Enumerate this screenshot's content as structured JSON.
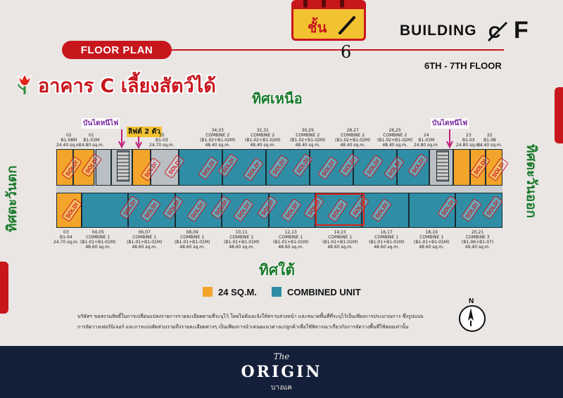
{
  "header": {
    "calendar_text": "ชั้น",
    "hand_number": "6",
    "floor_plan_label": "FLOOR PLAN",
    "building_label": "BUILDING",
    "building_letter": "F",
    "floor_range": "6TH - 7TH FLOOR",
    "pet_title": "อาคาร C เลี้ยงสัตว์ได้"
  },
  "directions": {
    "north": "ทิศเหนือ",
    "south": "ทิศใต้",
    "west": "ทิศตะวันตก",
    "east": "ทิศตะวันออก"
  },
  "tags": {
    "fire_exit_left": "บันไดหนีไฟ",
    "fire_exit_right": "บันไดหนีไฟ",
    "elevator": "ลิฟต์ 2 ตัว"
  },
  "units_top": [
    {
      "label": "02\nB1-08M\n24.40 sq.m."
    },
    {
      "label": "01\nB1-03M\n24.80 sq.m."
    },
    {
      "label": "35\nB1-03\n24.70 sq.m."
    },
    {
      "label": "34,33\nCOMBINE 2\n(B1-02+B1-02M)\n48.40 sq.m."
    },
    {
      "label": "32,31\nCOMBINE 2\n(B1-02+B1-02M)\n48.40 sq.m."
    },
    {
      "label": "30,29\nCOMBINE 2\n(B1-02+B1-02M)\n48.40 sq.m."
    },
    {
      "label": "28,27\nCOMBINE 2\n(B1-02+B1-02M)\n48.40 sq.m."
    },
    {
      "label": "26,25\nCOMBINE 2\n(B1-02+B1-02M)\n48.40 sq.m."
    },
    {
      "label": "24\nB1-03M\n24.80 sq.m."
    },
    {
      "label": "23\nB1-03\n24.80 sq.m."
    },
    {
      "label": "22\nB1-08\n24.40 sq.m."
    }
  ],
  "units_bottom": [
    {
      "label": "03\nB1-04\n24.70 sq.m."
    },
    {
      "label": "04,05\nCOMBINE 1\n(B1-01+B1-01M)\n48.60 sq.m."
    },
    {
      "label": "06,07\nCOMBINE 1\n(B1-01+B1-01M)\n48.60 sq.m."
    },
    {
      "label": "08,09\nCOMBINE 1\n(B1-01+B1-01M)\n48.60 sq.m."
    },
    {
      "label": "10,11\nCOMBINE 1\n(B1-01+B1-01M)\n48.60 sq.m."
    },
    {
      "label": "12,13\nCOMBINE 1\n(B1-01+B1-01M)\n48.60 sq.m."
    },
    {
      "label": "14,15\nCOMBINE 1\n(B1-01+B1-01M)\n48.60 sq.m."
    },
    {
      "label": "16,17\nCOMBINE 1\n(B1-01+B1-01M)\n48.60 sq.m."
    },
    {
      "label": "18,19\nCOMBINE 1\n(B1-01+B1-01M)\n48.60 sq.m."
    },
    {
      "label": "20,21\nCOMBINE 3\n(B1-06+B1-07)\n49.40 sq.m."
    }
  ],
  "sold_label": "SOLD!",
  "legend": {
    "yellow_label": "24 SQ.M.",
    "blue_label": "COMBINED UNIT",
    "yellow_color": "#f2a52a",
    "blue_color": "#2f8ea6"
  },
  "disclaimer_line1": "บริษัทฯ ขอสงวนสิทธิ์ในการเปลี่ยนแปลงรายการรายละเอียดตามที่ระบุไว้ โดยไม่ต้องแจ้งให้ทราบล่วงหน้า และขนาดพื้นที่ที่ระบุไว้เป็นเพียงการประมาณการ ซึ่งรูปแบบ",
  "disclaimer_line2": "การจัดวางเฟอร์นิเจอร์ และการแบ่งสัดส่วนรวมถึงรายละเอียดต่างๆ เป็นเพียงการนำเสนอแนวทางแก่ลูกค้าเพื่อใช้พิจารณาเกี่ยวกับการจัดวางพื้นที่ใช้สอยเท่านั้น",
  "compass_label": "N",
  "footer": {
    "the": "The",
    "brand": "ORIGIN",
    "location": "บางแค"
  }
}
